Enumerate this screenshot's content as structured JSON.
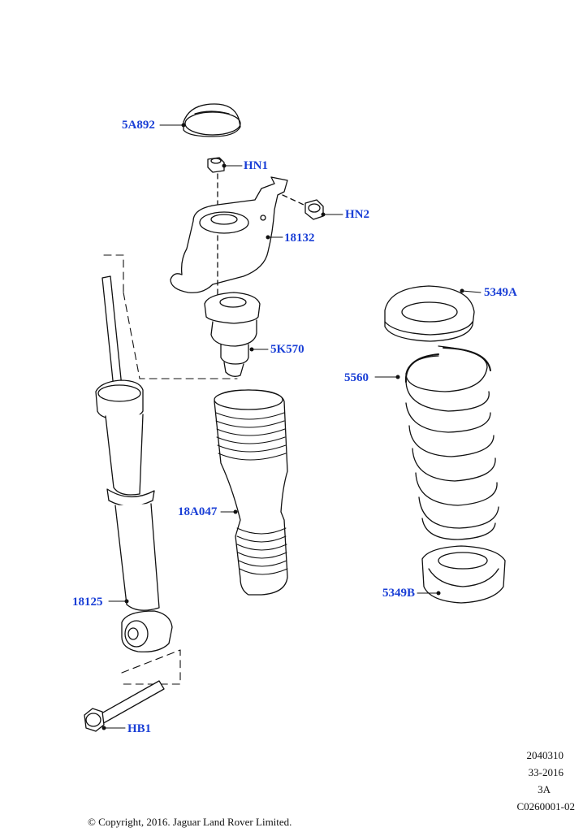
{
  "labels": {
    "p5A892": "5A892",
    "pHN1": "HN1",
    "pHN2": "HN2",
    "p18132": "18132",
    "p5349A": "5349A",
    "p5K570": "5K570",
    "p5560": "5560",
    "p18A047": "18A047",
    "p18125": "18125",
    "p5349B": "5349B",
    "pHB1": "HB1"
  },
  "reference": {
    "line1": "2040310",
    "line2": "33-2016",
    "line3": "3A",
    "line4": "C0260001-02"
  },
  "copyright": "© Copyright, 2016. Jaguar Land Rover Limited.",
  "colors": {
    "label": "#1a3fd6",
    "line": "#111111"
  }
}
